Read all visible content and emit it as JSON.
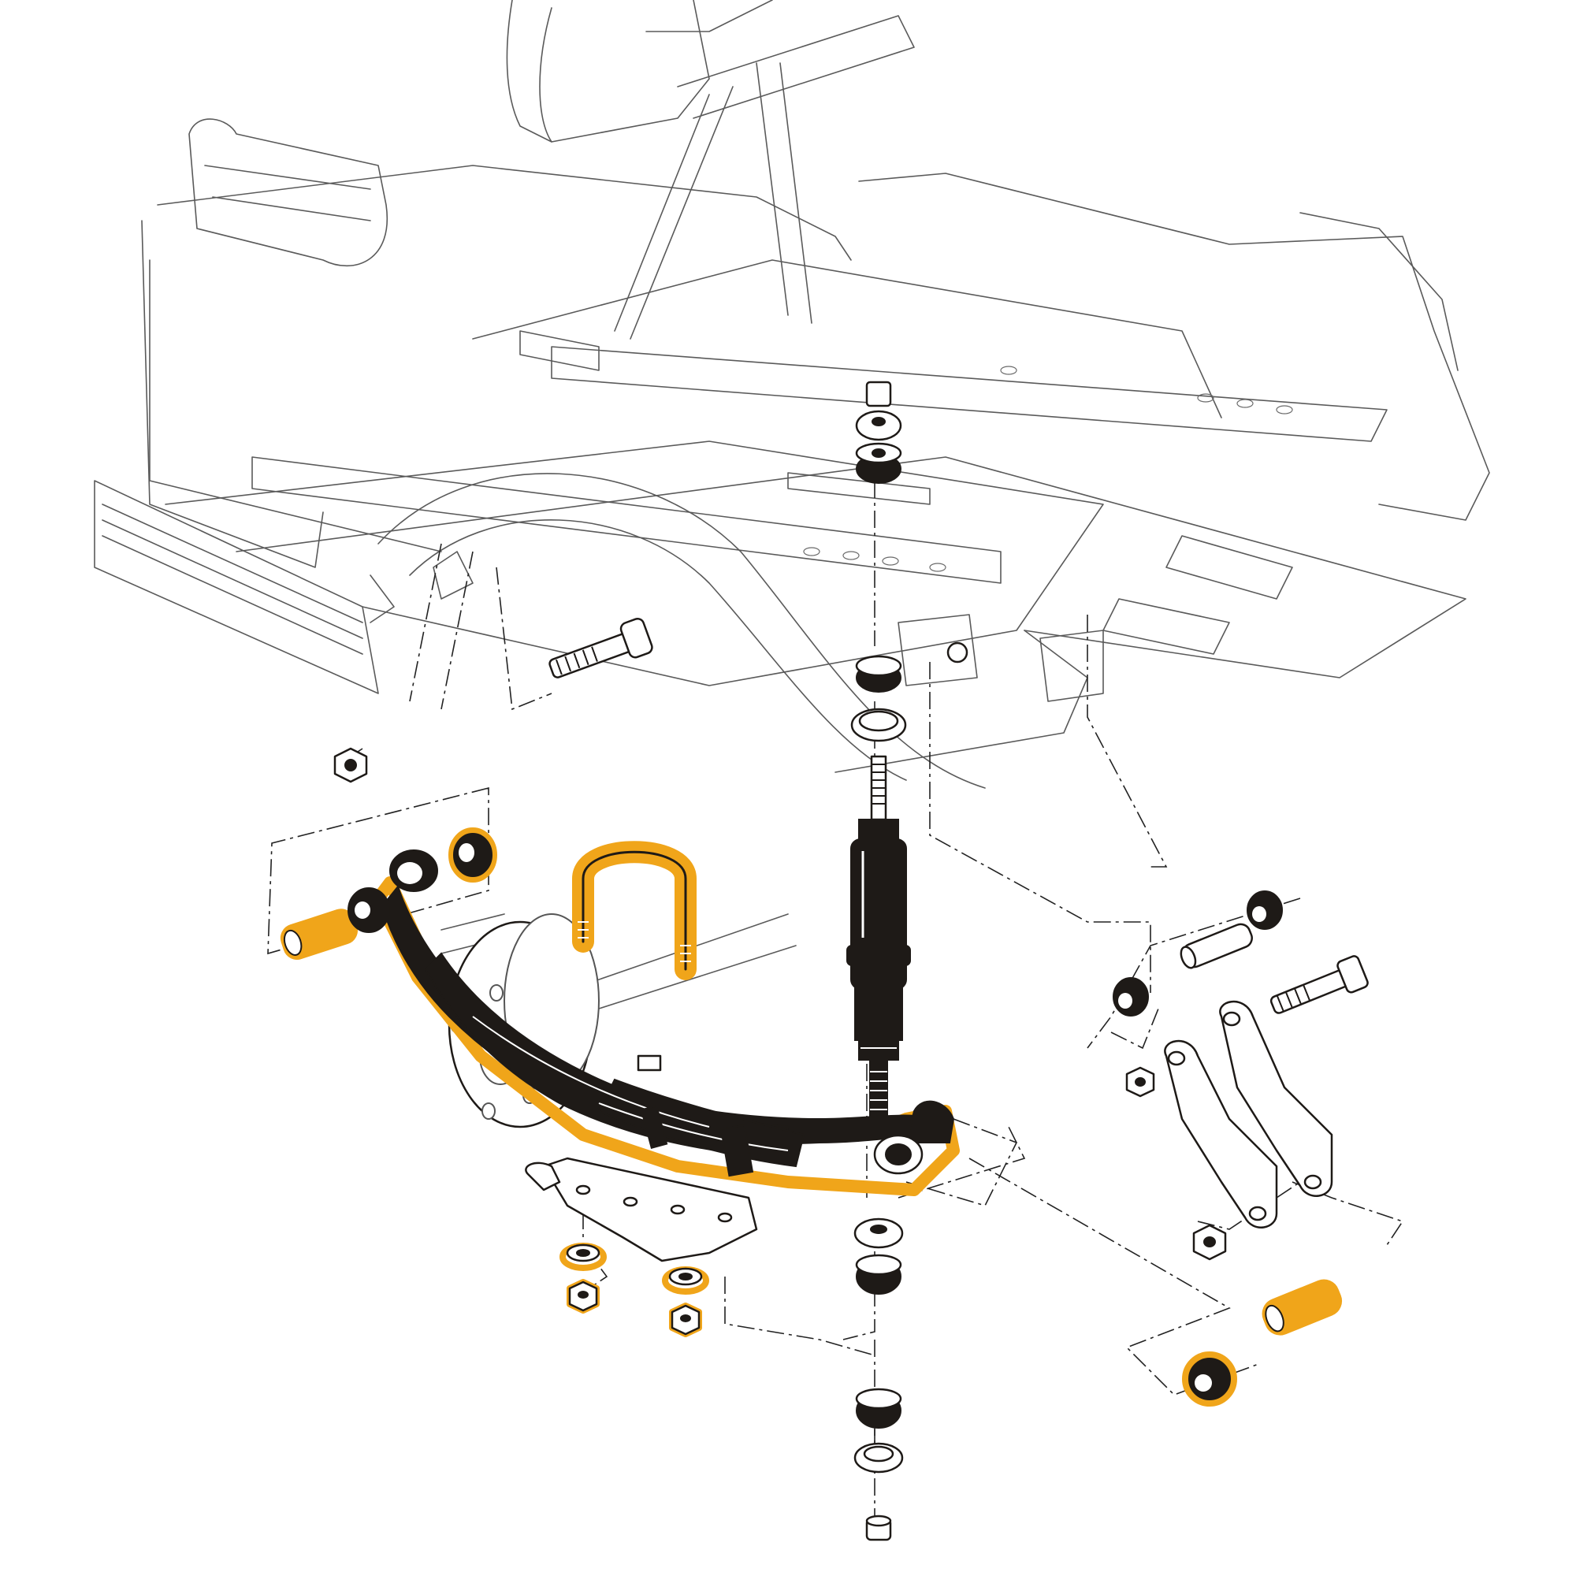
{
  "diagram": {
    "highlight_color": "#F0A51A",
    "ink_color": "#1E1A17",
    "outline_color": "#5A5A5A",
    "background_color": "#FFFFFF",
    "highlighted_parts": [
      "leaf-spring",
      "spring-eye-sleeve-front",
      "spring-eye-bushing-front",
      "u-bolt",
      "u-bolt-washers",
      "u-bolt-nuts",
      "spring-eye-sleeve-rear",
      "spring-eye-bushing-rear"
    ]
  }
}
